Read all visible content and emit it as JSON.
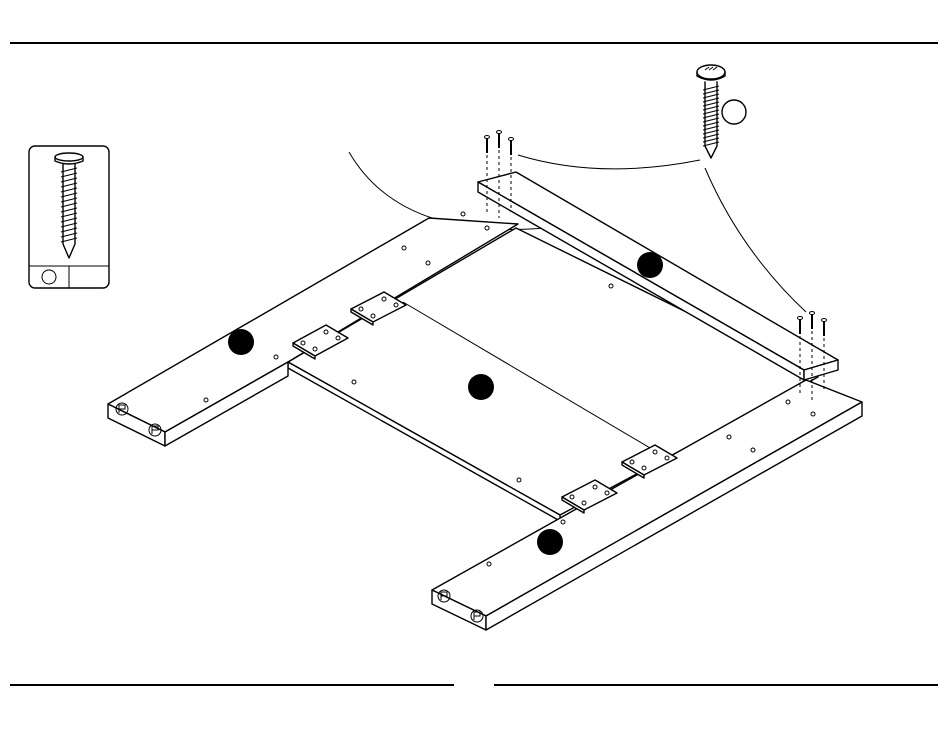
{
  "diagram": {
    "style": "line-art assembly instruction",
    "line_color": "#000000",
    "background_color": "#ffffff",
    "parts": [
      {
        "id": "panel-left-side",
        "marker": "filled-circle-icon"
      },
      {
        "id": "panel-rear-rail",
        "marker": "filled-circle-icon"
      },
      {
        "id": "panel-bottom",
        "marker": "filled-circle-icon"
      },
      {
        "id": "panel-right-side",
        "marker": "filled-circle-icon"
      }
    ],
    "hardware": {
      "legend_icon": "screw-icon",
      "legend_count_label": "",
      "callout_icon": "screw-icon",
      "callout_label": ""
    }
  }
}
